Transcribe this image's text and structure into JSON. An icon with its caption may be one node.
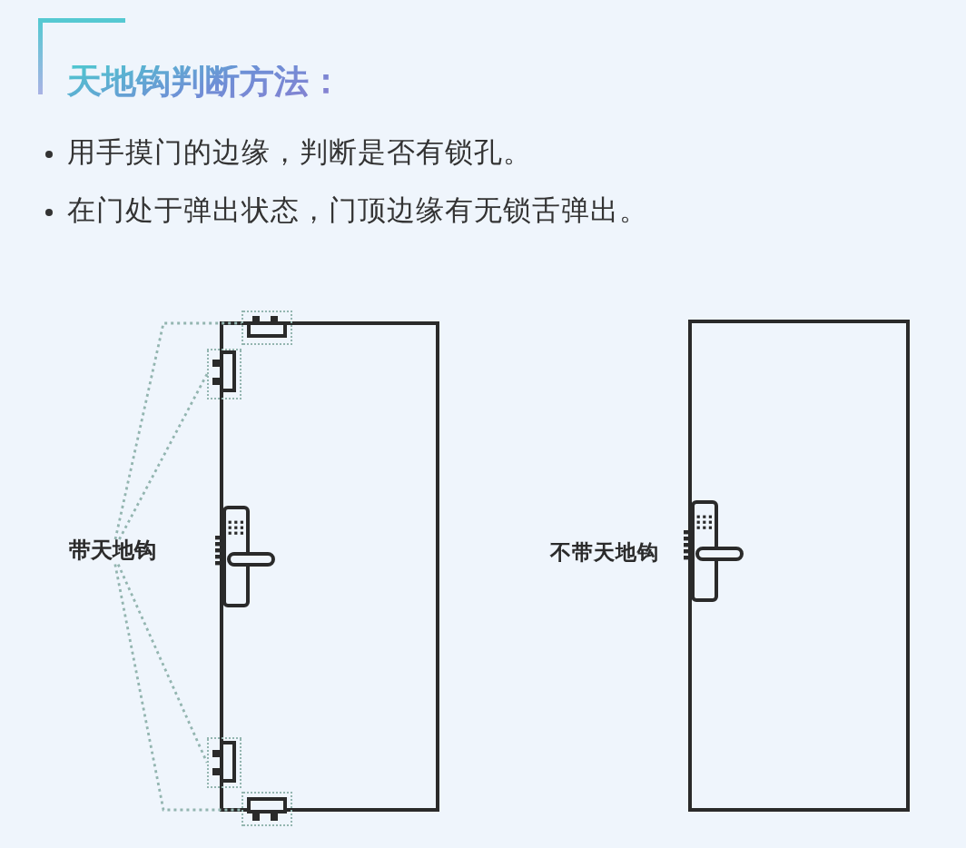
{
  "diagram": {
    "title": "天地钩判断方法：",
    "nodes": [
      {
        "text": [
          "带天地钩"
        ]
      },
      {
        "text": [],
        "shape": "box"
      },
      {
        "text": [],
        "shape": "box"
      },
      {
        "text": [],
        "shape": "box"
      },
      {
        "text": [],
        "shape": "box"
      }
    ],
    "edges": [
      {
        "from": 0,
        "to": 1,
        "arrow": "none",
        "style": "dashed"
      },
      {
        "from": 0,
        "to": 2,
        "arrow": "none",
        "style": "dashed"
      },
      {
        "from": 0,
        "to": 3,
        "arrow": "none",
        "style": "dashed"
      },
      {
        "from": 0,
        "to": 4,
        "arrow": "none",
        "style": "dashed"
      }
    ],
    "labels": [
      "用手摸门的边缘，判断是否有锁孔。",
      "在门处于弹出状态，门顶边缘有无锁舌弹出。",
      "不带天地钩"
    ]
  }
}
